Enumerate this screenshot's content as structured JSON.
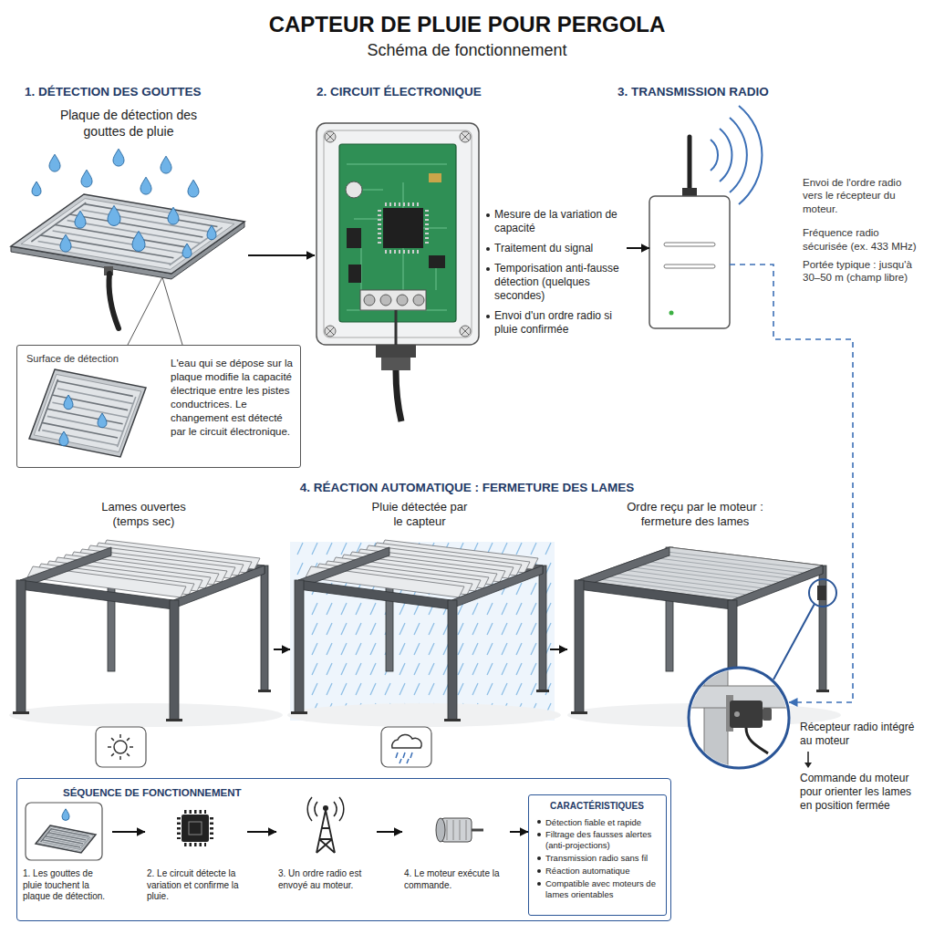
{
  "diagram": {
    "title": "CAPTEUR DE PLUIE POUR PERGOLA",
    "nodes": [
      {
        "text": [
          "Plaque de détection des gouttes de pluie"
        ]
      },
      {
        "text": [
          "Mesure de la variation de capacité",
          "Traitement du signal",
          "Temporisation anti-fausse détection (quelques secondes)",
          "Envoi d'un ordre radio si pluie confirmée"
        ]
      },
      {
        "text": [
          "Envoi de l'ordre radio vers le récepteur du moteur.",
          "Fréquence radio sécurisée (ex. 433 MHz)",
          "Portée typique : jusqu'à 30–50 m (champ libre)"
        ]
      },
      {
        "text": [
          "Surface de détection",
          "L'eau qui se dépose sur la plaque modifie la capacité électrique entre les pistes conductrices. Le changement est détecté par le circuit électronique."
        ]
      },
      {
        "text": [
          "Lames ouvertes (temps sec)"
        ]
      },
      {
        "text": [
          "Pluie détectée par le capteur"
        ]
      },
      {
        "text": [
          "Ordre reçu par le moteur : fermeture des lames"
        ]
      },
      {
        "text": [
          "Récepteur radio intégré au moteur",
          "Commande du moteur pour orienter les lames en position fermée"
        ]
      },
      {
        "text": [
          "SÉQUENCE DE FONCTIONNEMENT"
        ]
      },
      {
        "text": [
          "1. Les gouttes de pluie touchent la plaque de détection."
        ],
        "in": 8
      },
      {
        "text": [
          "2. Le circuit détecte la variation et confirme la pluie."
        ],
        "in": 8
      },
      {
        "text": [
          "3. Un ordre radio est envoyé au moteur."
        ],
        "in": 8
      },
      {
        "text": [
          "4. Le moteur exécute la commande."
        ],
        "in": 8
      },
      {
        "text": [
          "CARACTÉRISTIQUES",
          "Détection fiable et rapide",
          "Filtrage des fausses alertes (anti-projections)",
          "Transmission radio sans fil",
          "Réaction automatique",
          "Compatible avec moteurs de lames orientables"
        ],
        "in": 8
      }
    ],
    "edges": [
      {
        "from": 0,
        "to": 1,
        "arrow": "to"
      },
      {
        "from": 1,
        "to": 2,
        "arrow": "to"
      },
      {
        "from": 2,
        "to": 7,
        "arrow": "to"
      },
      {
        "from": 4,
        "to": 5,
        "arrow": "to"
      },
      {
        "from": 5,
        "to": 6,
        "arrow": "to"
      },
      {
        "from": 9,
        "to": 10,
        "arrow": "to"
      },
      {
        "from": 10,
        "to": 11,
        "arrow": "to"
      },
      {
        "from": 11,
        "to": 12,
        "arrow": "to"
      },
      {
        "from": 12,
        "to": 13,
        "arrow": "to"
      }
    ],
    "labels": [
      "Schéma de fonctionnement",
      "1. DÉTECTION DES GOUTTES",
      "2. CIRCUIT ÉLECTRONIQUE",
      "3. TRANSMISSION RADIO",
      "4. RÉACTION AUTOMATIQUE : FERMETURE DES LAMES"
    ]
  }
}
